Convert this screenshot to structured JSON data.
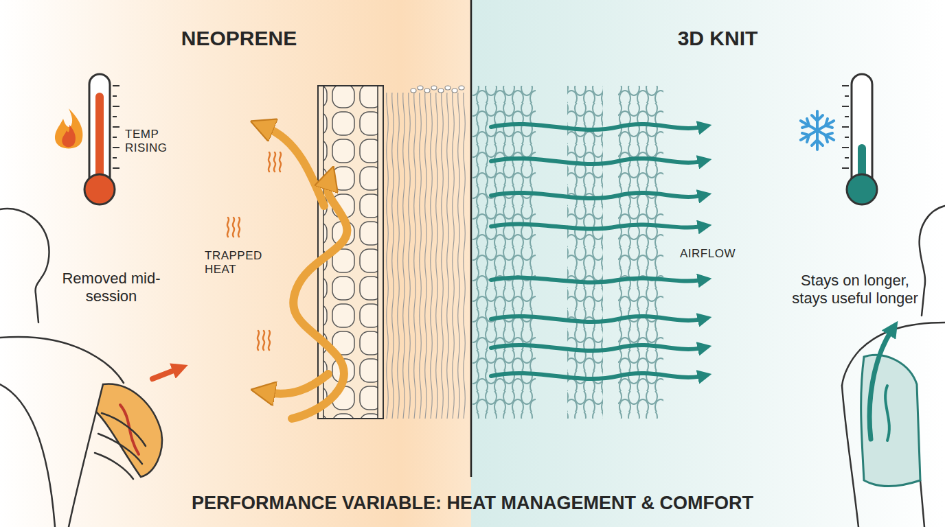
{
  "diagram": {
    "caption": "PERFORMANCE VARIABLE: HEAT MANAGEMENT & COMFORT",
    "labels": [
      "NEOPRENE",
      "3D KNIT",
      "TEMP RISING",
      "TRAPPED HEAT",
      "Removed mid-session",
      "AIRFLOW",
      "Stays on longer, stays useful longer"
    ]
  }
}
